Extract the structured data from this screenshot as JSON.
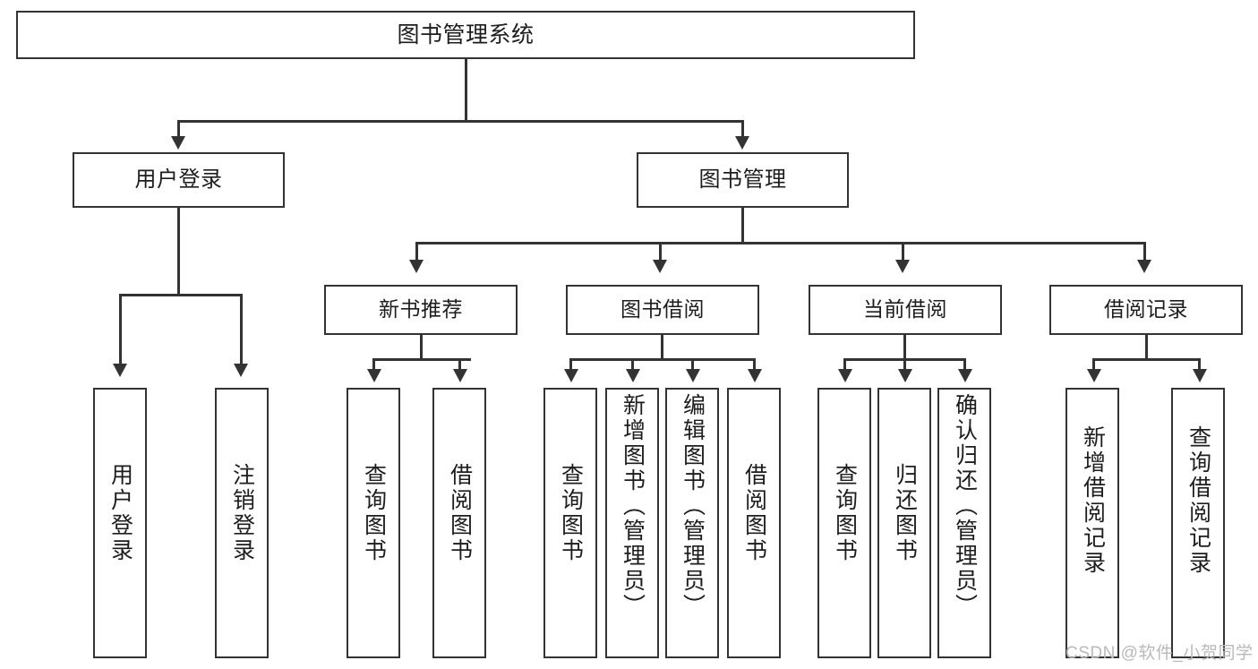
{
  "diagram": {
    "type": "tree-hierarchy",
    "title": "图书管理系统",
    "root": {
      "id": "root",
      "label": "图书管理系统"
    },
    "level2": [
      {
        "id": "user-login",
        "label": "用户登录"
      },
      {
        "id": "book-management",
        "label": "图书管理"
      }
    ],
    "level3": [
      {
        "id": "new-book-recommend",
        "label": "新书推荐"
      },
      {
        "id": "book-borrow",
        "label": "图书借阅"
      },
      {
        "id": "current-borrow",
        "label": "当前借阅"
      },
      {
        "id": "borrow-record",
        "label": "借阅记录"
      }
    ],
    "leaves": {
      "user_login": [
        {
          "id": "leaf-user-login",
          "label": "用户登录"
        },
        {
          "id": "leaf-logout",
          "label": "注销登录"
        }
      ],
      "new_book_recommend": [
        {
          "id": "leaf-query-book-1",
          "label": "查询图书"
        },
        {
          "id": "leaf-borrow-book-1",
          "label": "借阅图书"
        }
      ],
      "book_borrow": [
        {
          "id": "leaf-query-book-2",
          "label": "查询图书"
        },
        {
          "id": "leaf-add-book",
          "label": "新增图书（管理员）"
        },
        {
          "id": "leaf-edit-book",
          "label": "编辑图书（管理员）"
        },
        {
          "id": "leaf-borrow-book-2",
          "label": "借阅图书"
        }
      ],
      "current_borrow": [
        {
          "id": "leaf-query-book-3",
          "label": "查询图书"
        },
        {
          "id": "leaf-return-book",
          "label": "归还图书"
        },
        {
          "id": "leaf-confirm-return",
          "label": "确认归还（管理员）"
        }
      ],
      "borrow_record": [
        {
          "id": "leaf-add-record",
          "label": "新增借阅记录"
        },
        {
          "id": "leaf-query-record",
          "label": "查询借阅记录"
        }
      ]
    }
  },
  "watermark": {
    "text": "CSDN @软件_小贺同学"
  },
  "colors": {
    "stroke": "#333333",
    "background": "#ffffff",
    "text": "#1d1d1d",
    "watermark": "#b9b9b9"
  }
}
